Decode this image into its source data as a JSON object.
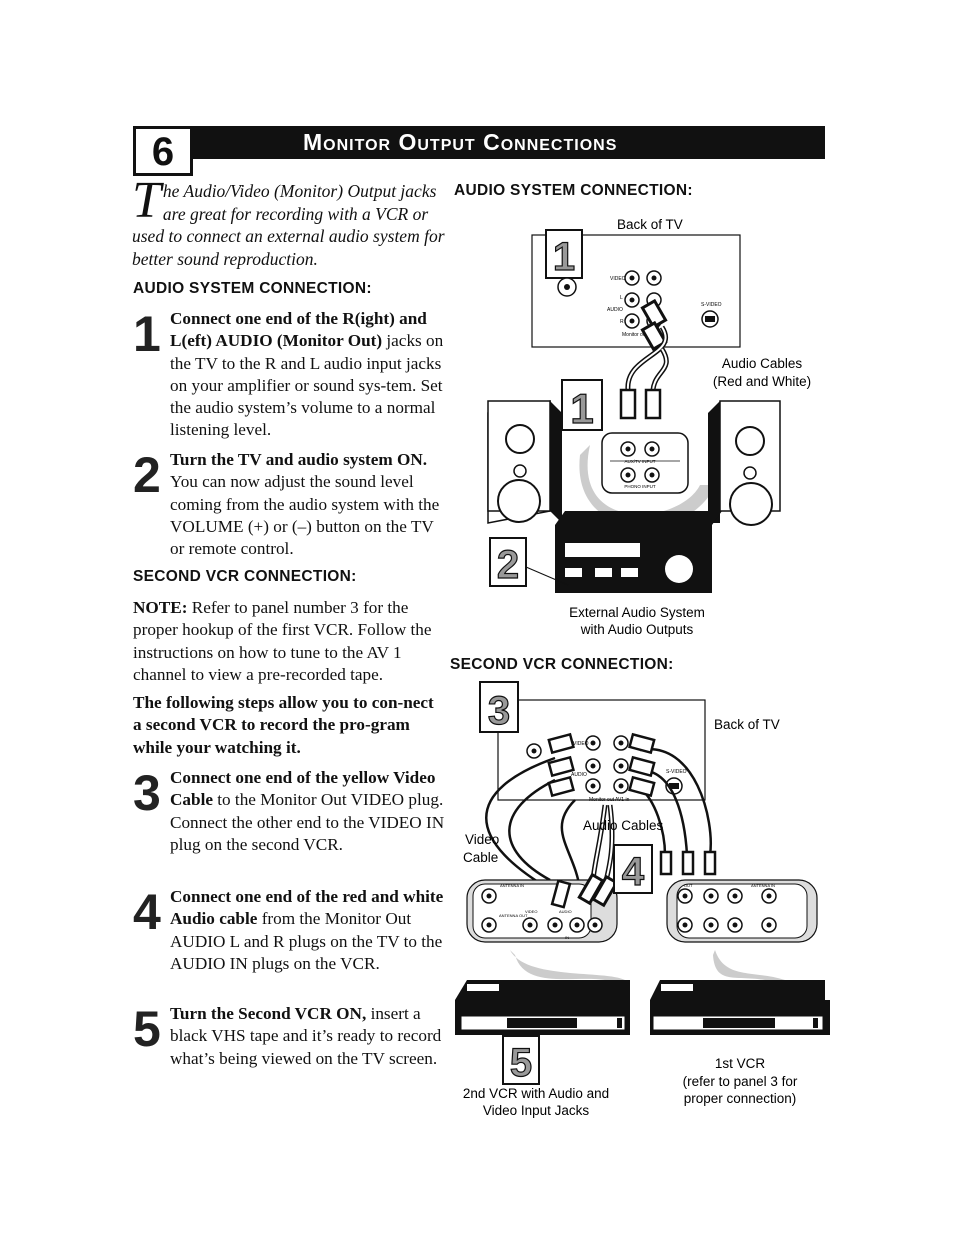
{
  "header": {
    "section_number": "6",
    "title": "Monitor Output Connections"
  },
  "intro": {
    "dropcap": "T",
    "text": "he Audio/Video (Monitor) Output jacks are great for recording with a VCR or used to connect an external audio system for better sound reproduction."
  },
  "audio_section": {
    "heading": "AUDIO SYSTEM CONNECTION:",
    "steps": [
      {
        "num": "1",
        "bold": "Connect one end of the R(ight) and L(eft) AUDIO (Monitor Out)",
        "text": " jacks on the TV to the R and L audio input jacks on your amplifier or sound sys-tem.  Set the audio system’s volume to a normal listening level."
      },
      {
        "num": "2",
        "bold": "Turn the TV and audio system ON.",
        "text": " You can now adjust the sound level coming from the audio system with the VOLUME (+) or (–) button on the TV or remote control."
      }
    ]
  },
  "vcr_section": {
    "heading": "SECOND VCR CONNECTION:",
    "note_label": "NOTE:",
    "note_text": " Refer to panel number 3 for the proper hookup of the first VCR. Follow the instructions on how to tune to the AV 1 channel to view a pre-recorded tape.",
    "intro_bold": "The following steps allow you to con-nect a second VCR to record the pro-gram while your watching it.",
    "steps": [
      {
        "num": "3",
        "bold": "Connect one end of the yellow Video Cable",
        "text": " to the Monitor Out VIDEO plug. Connect the other end to the VIDEO IN plug on the second VCR."
      },
      {
        "num": "4",
        "bold": "Connect one end of the red and white Audio cable",
        "text": " from the Monitor Out AUDIO L and R plugs on the TV to the AUDIO IN plugs on the VCR."
      },
      {
        "num": "5",
        "bold": "Turn the Second VCR ON,",
        "text": " insert a black VHS tape and it’s ready to record what’s being viewed on the TV screen."
      }
    ]
  },
  "diagram_audio": {
    "heading": "AUDIO SYSTEM CONNECTION:",
    "back_of_tv": "Back of TV",
    "cables_label_1": "Audio Cables",
    "cables_label_2": "(Red and White)",
    "system_label_1": "External Audio System",
    "system_label_2": "with Audio Outputs",
    "badges": [
      "1",
      "1",
      "2"
    ],
    "jack_labels": {
      "video": "VIDEO",
      "l": "L",
      "audio": "AUDIO",
      "r": "R",
      "monitor_out": "Monitor out",
      "svideo": "S-VIDEO",
      "aux": "AUX/TV INPUT",
      "phono": "PHONO INPUT"
    }
  },
  "diagram_vcr": {
    "heading": "SECOND VCR CONNECTION:",
    "back_of_tv": "Back of TV",
    "video_cable_1": "Video",
    "video_cable_2": "Cable",
    "audio_cables": "Audio Cables",
    "vcr2_label_1": "2nd VCR with Audio and",
    "vcr2_label_2": "Video Input Jacks",
    "vcr1_label_1": "1st VCR",
    "vcr1_label_2": "(refer to panel 3 for",
    "vcr1_label_3": "proper connection)",
    "badges": [
      "3",
      "4",
      "5"
    ],
    "jack_labels": {
      "video": "VIDEO",
      "audio": "AUDIO",
      "monitor_out": "Monitor out",
      "av1_in": "AV1 in",
      "svideo": "S-VIDEO",
      "antenna_in": "ANTENNA IN",
      "antenna_out": "ANTENNA OUT",
      "out": "OUT",
      "in": "IN"
    }
  }
}
